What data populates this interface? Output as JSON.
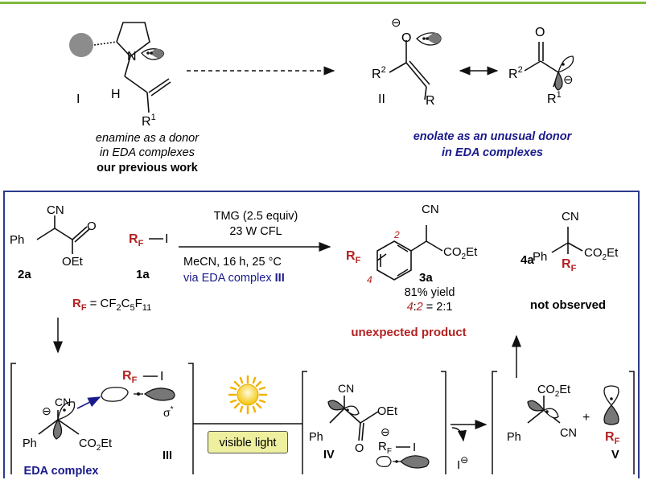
{
  "top": {
    "enamine": {
      "label": "I",
      "h": "H",
      "r1": "R",
      "r1_sup": "1",
      "n": "N",
      "caption1": "enamine as a donor",
      "caption2": "in EDA complexes",
      "caption3": "our previous work"
    },
    "enolate": {
      "label": "II",
      "o": "O",
      "r2": "R",
      "r2_sup": "2",
      "r": "R",
      "minus": "⊖",
      "caption1": "enolate as an unusual donor",
      "caption2": "in EDA complexes"
    },
    "resonance": {
      "o": "O",
      "r2": "R",
      "r2_sup": "2",
      "r1": "R",
      "r1_sup": "1",
      "minus": "⊖"
    }
  },
  "reaction": {
    "sm": {
      "cn": "CN",
      "ph": "Ph",
      "o": "O",
      "oet": "OEt",
      "label": "2a"
    },
    "rf_i": {
      "r": "R",
      "f": "F",
      "i": "I",
      "label": "1a"
    },
    "rf_def": {
      "r": "R",
      "f": "F",
      "eq": "= CF",
      "sub1": "2",
      "mid": "C",
      "sub2": "5",
      "f2": "F",
      "sub3": "11"
    },
    "conditions": {
      "line1": "TMG (2.5 equiv)",
      "line2": "23 W CFL",
      "line3": "MeCN, 16 h, 25 °C",
      "line4_prefix": "via EDA complex ",
      "line4_bold": "III"
    },
    "product": {
      "cn": "CN",
      "co2et_a": "CO",
      "co2et_sub": "2",
      "co2et_b": "Et",
      "rf_r": "R",
      "rf_f": "F",
      "pos2": "2",
      "pos4": "4",
      "label": "3a",
      "yield": "81% yield",
      "ratio_a": "4",
      "ratio_mid": ":",
      "ratio_b": "2",
      "ratio_c": " = 2:1",
      "unexpected": "unexpected product"
    },
    "notobs": {
      "cn": "CN",
      "ph": "Ph",
      "co2et_a": "CO",
      "co2et_sub": "2",
      "co2et_b": "Et",
      "rf_r": "R",
      "rf_f": "F",
      "label": "4a",
      "caption": "not observed"
    }
  },
  "mechanism": {
    "eda": {
      "cn": "CN",
      "ph": "Ph",
      "co2et_a": "CO",
      "co2et_sub": "2",
      "co2et_b": "Et",
      "minus": "⊖",
      "rf_r": "R",
      "rf_f": "F",
      "i": "I",
      "sigma": "σ",
      "star": "*",
      "label": "III",
      "caption": "EDA complex"
    },
    "light_label": "visible light",
    "iv": {
      "cn": "CN",
      "ph": "Ph",
      "o": "O",
      "oet": "OEt",
      "minus": "⊖",
      "rf_r": "R",
      "rf_f": "F",
      "i": "I",
      "label": "IV",
      "iodide": "I",
      "iodide_minus": "⊖"
    },
    "v": {
      "co2et_a": "CO",
      "co2et_sub": "2",
      "co2et_b": "Et",
      "ph": "Ph",
      "cn": "CN",
      "plus": "+",
      "rf_r": "R",
      "rf_f": "F",
      "label": "V"
    }
  },
  "colors": {
    "top_rule": "#7cba3c",
    "frame": "#2d3a8c",
    "navy": "#1a1a8c",
    "red": "#b22222",
    "light_box": "#eef0a0"
  }
}
